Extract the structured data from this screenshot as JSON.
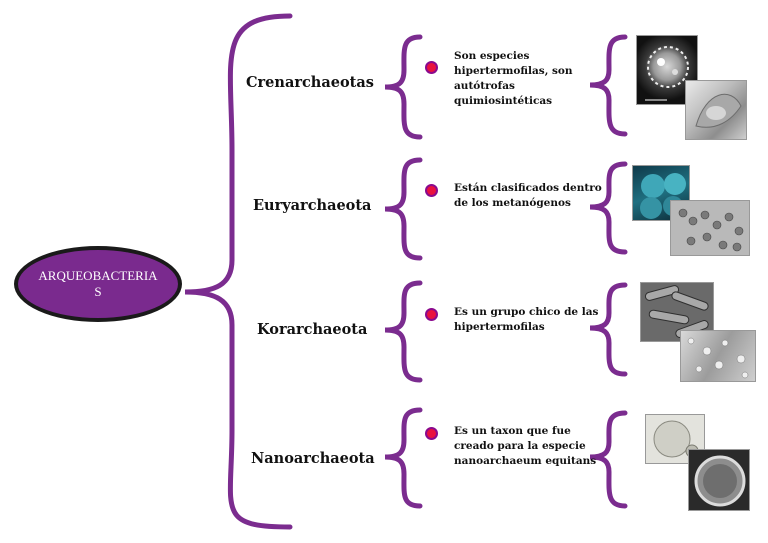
{
  "root": {
    "line1": "ARQUEOBACTERIA",
    "line2": "S"
  },
  "branches": [
    {
      "name": "Crenarchaeotas",
      "description": [
        "Son especies",
        "hipertermofilas, son",
        "autótrofas",
        "quimiosintéticas"
      ]
    },
    {
      "name": "Euryarchaeota",
      "description": [
        "Están clasificados dentro",
        "de los metanógenos"
      ]
    },
    {
      "name": "Korarchaeota",
      "description": [
        "Es un grupo chico de las",
        "hipertermofilas"
      ]
    },
    {
      "name": "Nanoarchaeota",
      "description": [
        "Es un taxon que fue",
        "creado para la especie",
        "nanoarchaeum equitans"
      ]
    }
  ],
  "colors": {
    "bracket": "#7b2c8f",
    "root_fill": "#7a2a8e",
    "dot": "#e8123f"
  }
}
